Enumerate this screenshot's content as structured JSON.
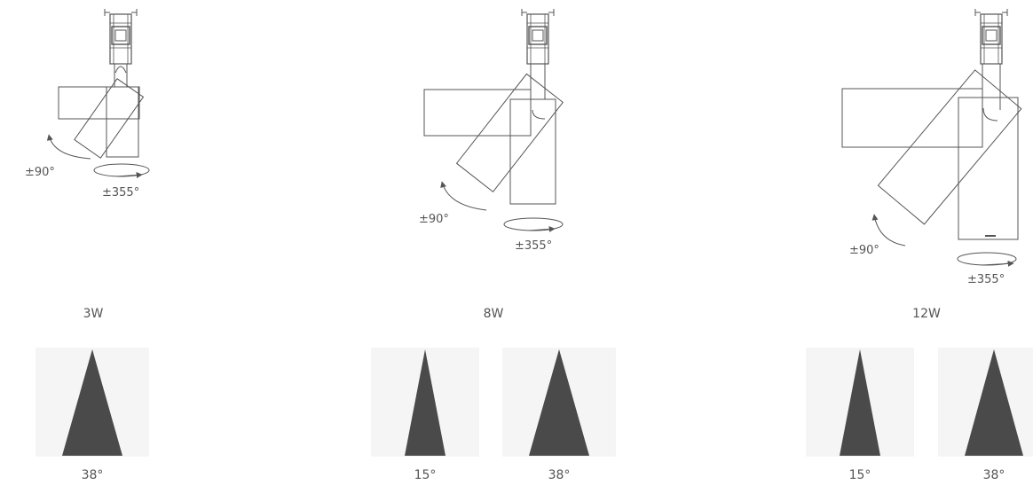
{
  "models": [
    {
      "power": "3W",
      "tilt": "±90°",
      "rotation": "±355°"
    },
    {
      "power": "8W",
      "tilt": "±90°",
      "rotation": "±355°"
    },
    {
      "power": "12W",
      "tilt": "±90°",
      "rotation": "±355°"
    }
  ],
  "beams": [
    {
      "angle": "38°",
      "model": "3W"
    },
    {
      "angle": "15°",
      "model": "8W"
    },
    {
      "angle": "38°",
      "model": "8W"
    },
    {
      "angle": "15°",
      "model": "12W"
    },
    {
      "angle": "38°",
      "model": "12W"
    }
  ],
  "colors": {
    "line": "#555555",
    "beam": "#4a4a4a",
    "tile": "#f5f5f5"
  }
}
